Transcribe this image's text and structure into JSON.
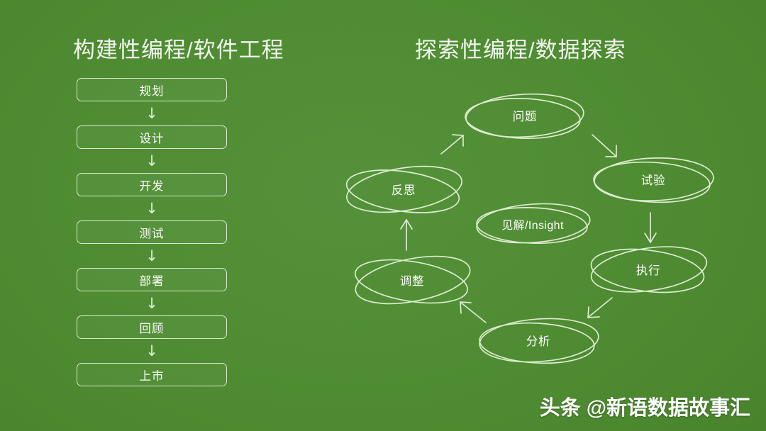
{
  "slide": {
    "background_color": "#4f8c33",
    "text_color": "#ffffff",
    "stroke_color": "#d7e8cc"
  },
  "left_panel": {
    "title": "构建性编程/软件工程",
    "arrow_glyph": "↓",
    "steps": [
      {
        "label": "规划"
      },
      {
        "label": "设计"
      },
      {
        "label": "开发"
      },
      {
        "label": "测试"
      },
      {
        "label": "部署"
      },
      {
        "label": "回顾"
      },
      {
        "label": "上市"
      }
    ]
  },
  "right_panel": {
    "title": "探索性编程/数据探索",
    "center_node": {
      "label": "见解/Insight"
    },
    "nodes": [
      {
        "label": "问题"
      },
      {
        "label": "试验"
      },
      {
        "label": "执行"
      },
      {
        "label": "分析"
      },
      {
        "label": "调整"
      },
      {
        "label": "反思"
      }
    ],
    "connectors": [
      {
        "from": "反思",
        "to": "问题",
        "direction": "up-right"
      },
      {
        "from": "问题",
        "to": "试验",
        "direction": "down-right"
      },
      {
        "from": "试验",
        "to": "执行",
        "direction": "down"
      },
      {
        "from": "执行",
        "to": "分析",
        "direction": "down-left"
      },
      {
        "from": "分析",
        "to": "调整",
        "direction": "up-left"
      },
      {
        "from": "调整",
        "to": "反思",
        "direction": "up"
      }
    ]
  },
  "watermark": {
    "brand": "头条",
    "handle": "@新语数据故事汇"
  }
}
